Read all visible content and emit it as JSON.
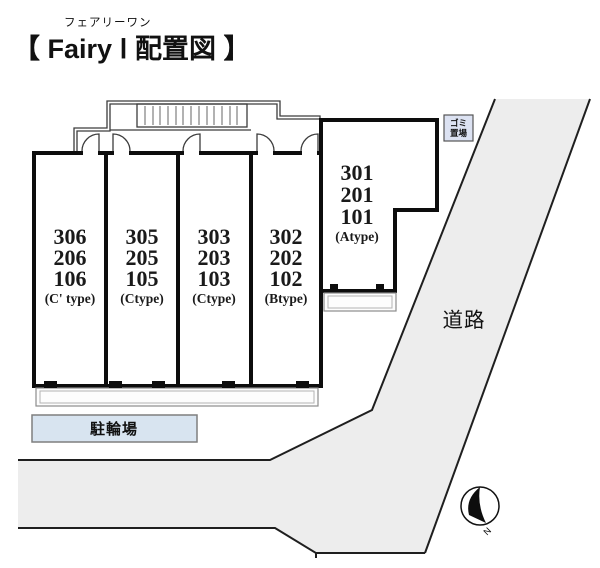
{
  "title": {
    "furigana": "フェアリーワン",
    "heading": "【 Fairy Ⅰ 配置図 】"
  },
  "units": [
    {
      "rooms": [
        "306",
        "206",
        "106"
      ],
      "type": "(C' type)"
    },
    {
      "rooms": [
        "305",
        "205",
        "105"
      ],
      "type": "(Ctype)"
    },
    {
      "rooms": [
        "303",
        "203",
        "103"
      ],
      "type": "(Ctype)"
    },
    {
      "rooms": [
        "302",
        "202",
        "102"
      ],
      "type": "(Btype)"
    },
    {
      "rooms": [
        "301",
        "201",
        "101"
      ],
      "type": "(Atype)"
    }
  ],
  "labels": {
    "garbage_line1": "ゴミ",
    "garbage_line2": "置場",
    "road": "道路",
    "bicycle_parking": "駐輪場",
    "compass_north": "N"
  },
  "colors": {
    "unit_fill": "#FAF6D8",
    "road_fill": "#EDEDED",
    "bicycle_fill": "#D8E4F0",
    "garbage_fill": "#DCE2F2",
    "outline": "#111111"
  }
}
